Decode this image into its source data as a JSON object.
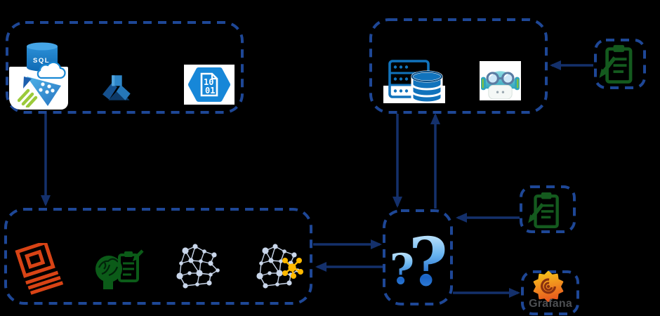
{
  "background": "#000000",
  "colors": {
    "box_border": "#1e4796",
    "arrow": "#14306b",
    "azure_blue": "#1173bc",
    "green_icon": "#145a1e",
    "orange_icon": "#d84315",
    "graph_node": "#c9d6ea",
    "graph_highlight": "#ffb900",
    "grafana_orange": "#e8561d",
    "grafana_yellow": "#f6c21a"
  },
  "groups": {
    "sources": {
      "icons": [
        "azure-sql-database",
        "azure-data-explorer",
        "azure-data-lake",
        "binary-hexagon"
      ]
    },
    "serving": {
      "icons": [
        "server-database",
        "bot"
      ]
    },
    "checklist_top": {
      "icons": [
        "clipboard"
      ]
    },
    "processing": {
      "icons": [
        "stacked-documents",
        "brain-checklist",
        "network-graph",
        "network-graph-highlighted"
      ]
    },
    "question": {
      "icons": [
        "question-marks"
      ]
    },
    "checklist_mid": {
      "icons": [
        "clipboard"
      ]
    },
    "dashboards": {
      "icons": [
        "grafana-logo"
      ],
      "label": "Grafana"
    }
  },
  "labels": {
    "sql": "SQL",
    "binary_line1": "10",
    "binary_line2": "01",
    "question_small": "?",
    "question_big": "?",
    "grafana": "Grafana"
  }
}
